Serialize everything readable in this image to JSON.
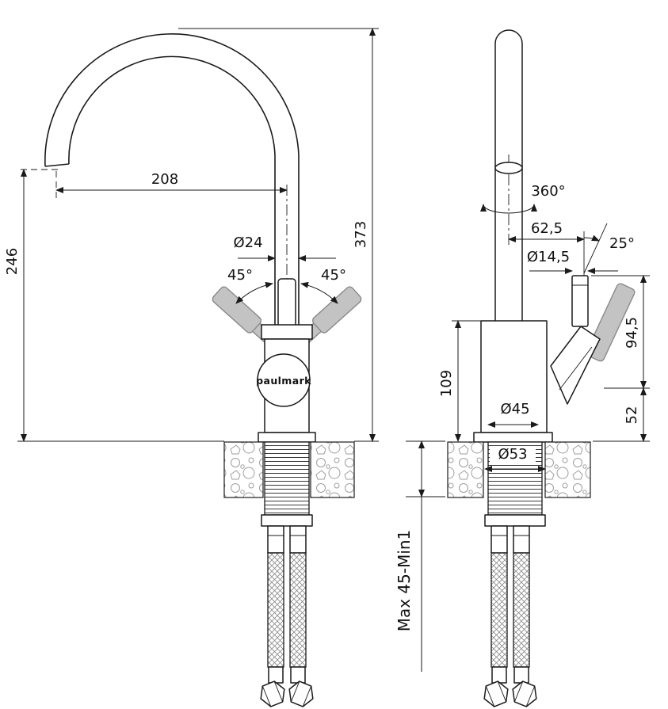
{
  "drawing": {
    "brand_label": "paulmark",
    "front_view": {
      "spout_reach": "208",
      "total_height": "373",
      "spout_height": "246",
      "spout_pipe_diameter": "Ø24",
      "handle_swing_left": "45°",
      "handle_swing_right": "45°"
    },
    "side_view": {
      "swivel_angle": "360°",
      "handle_offset": "62,5",
      "handle_tilt_angle": "25°",
      "handle_stem_diameter": "Ø14,5",
      "handle_section_height": "94,5",
      "body_height": "109",
      "body_lower_height": "52",
      "body_base_diameter": "Ø45",
      "mounting_hole_diameter": "Ø53",
      "mounting_thickness_range": "Max 45-Min1"
    }
  }
}
